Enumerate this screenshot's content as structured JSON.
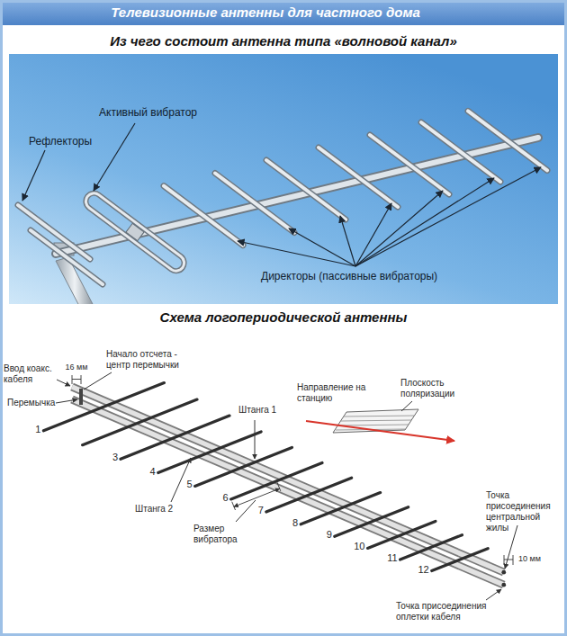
{
  "diagram": {
    "title": "Телевизионные антенны для частного дома",
    "labels": [
      "Из чего состоит антенна типа «волновой канал»",
      "Рефлекторы",
      "Активный вибратор",
      "Директоры (пассивные вибраторы)",
      "Схема логопериодической антенны",
      "Ввод коакс. кабеля",
      "Начало отсчета - центр перемычки",
      "16 мм",
      "Перемычка",
      "Штанга 1",
      "Направление на станцию",
      "Плоскость поляризации",
      "1",
      "3",
      "4",
      "5",
      "6",
      "7",
      "8",
      "9",
      "10",
      "11",
      "12",
      "Штанга 2",
      "Размер вибратора",
      "Точка присоединения центральной жилы",
      "10 мм",
      "Точка присоединения оплетки кабеля"
    ]
  }
}
